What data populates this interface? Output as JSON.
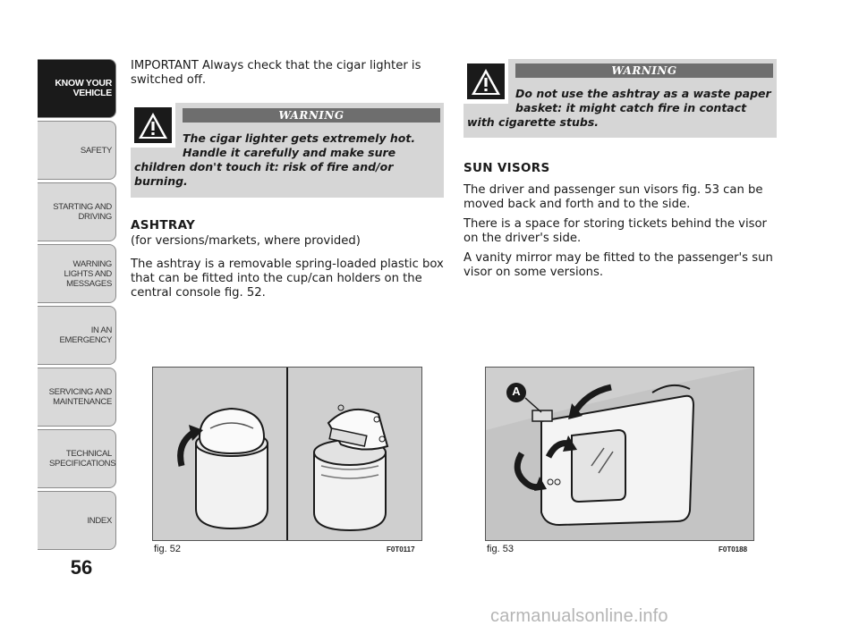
{
  "sidebar": {
    "tabs": [
      {
        "label": "KNOW YOUR VEHICLE",
        "active": true
      },
      {
        "label": "SAFETY"
      },
      {
        "label": "STARTING AND DRIVING"
      },
      {
        "label": "WARNING LIGHTS AND MESSAGES"
      },
      {
        "label": "IN AN EMERGENCY"
      },
      {
        "label": "SERVICING AND MAINTENANCE"
      },
      {
        "label": "TECHNICAL SPECIFICATIONS"
      },
      {
        "label": "INDEX"
      }
    ],
    "page_number": "56"
  },
  "left_column": {
    "important_line1": "IMPORTANT Always check that the cigar lighter is",
    "important_line2": "switched off.",
    "warning": {
      "title": "WARNING",
      "line1": "The cigar lighter gets extremely hot.",
      "line2": "Handle it carefully and make sure",
      "line3": "children don't touch it: risk of fire and/or",
      "line4": "burning."
    },
    "ashtray_heading": "ASHTRAY",
    "ashtray_sub": "(for versions/markets, where provided)",
    "ashtray_line1": "The ashtray is a removable spring-loaded plastic box",
    "ashtray_line2": "that can be fitted into the cup/can holders on the",
    "ashtray_line3": "central console fig. 52."
  },
  "right_column": {
    "warning": {
      "title": "WARNING",
      "line1": "Do not use the ashtray as a waste paper",
      "line2": "basket: it might catch fire in contact",
      "line3": "with cigarette stubs."
    },
    "sun_heading": "SUN VISORS",
    "p1_line1": "The driver and passenger sun visors fig. 53 can be",
    "p1_line2": "moved back and forth and to the side.",
    "p2_line1": "There is a space for storing tickets behind the visor",
    "p2_line2": "on the driver's side.",
    "p3_line1": "A vanity mirror may be fitted to the passenger's sun",
    "p3_line2": "visor on some versions."
  },
  "figures": {
    "fig52": {
      "label": "fig. 52",
      "code": "F0T0117"
    },
    "fig53": {
      "label": "fig. 53",
      "code": "F0T0188",
      "callout": "A"
    }
  },
  "watermark": "carmanualsonline.info"
}
